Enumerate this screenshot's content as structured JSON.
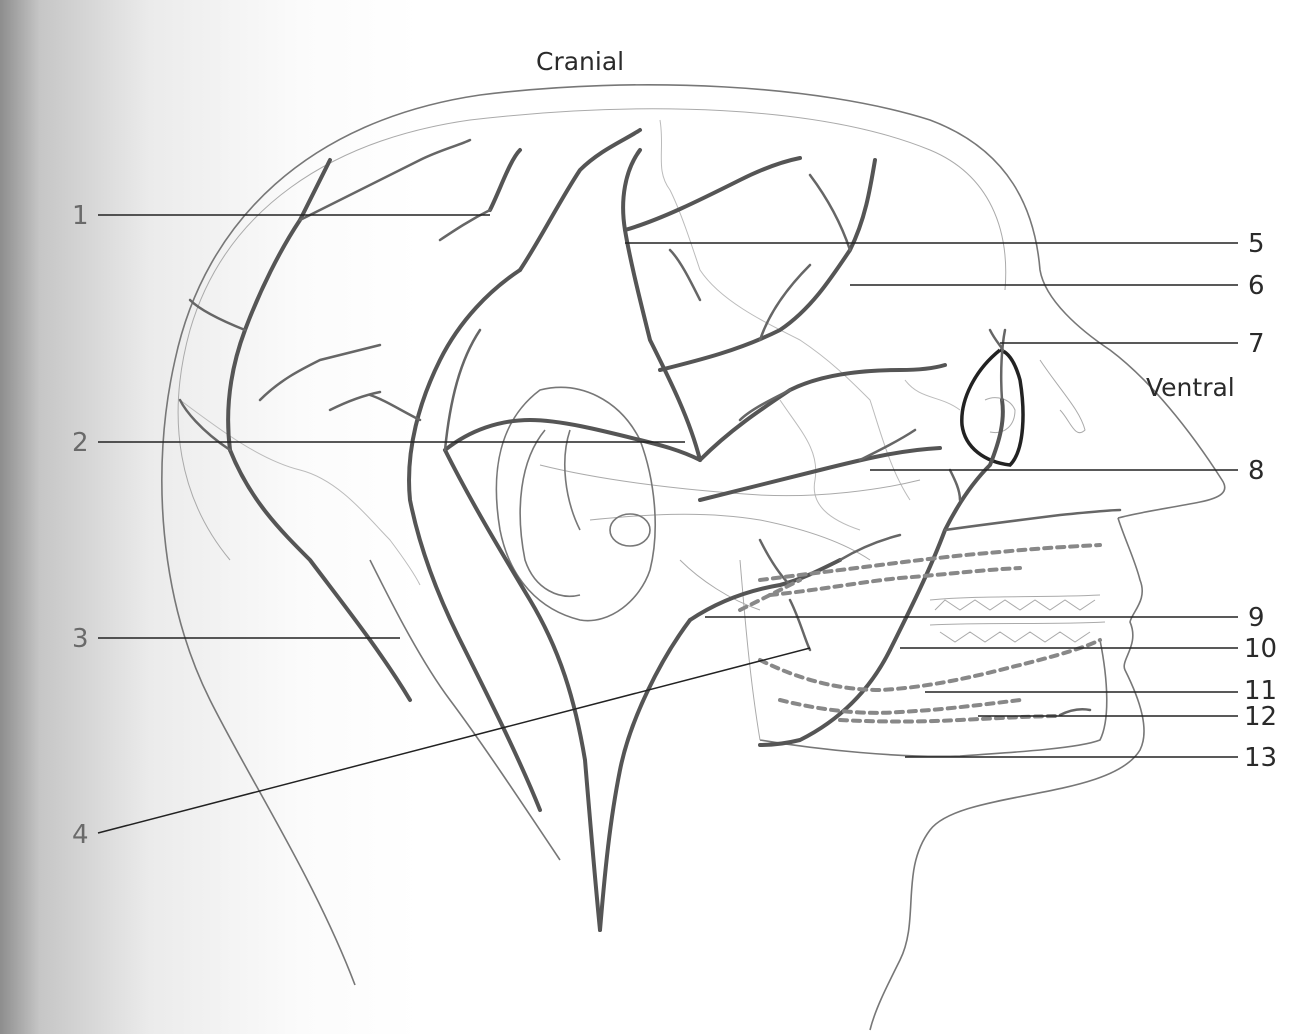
{
  "directions": {
    "cranial": "Cranial",
    "ventral": "Ventral"
  },
  "labels": {
    "l1": "1",
    "l2": "2",
    "l3": "3",
    "l4": "4",
    "l5": "5",
    "l6": "6",
    "l7": "7",
    "l8": "8",
    "l9": "9",
    "l10": "10",
    "l11": "11",
    "l12": "12",
    "l13": "13"
  },
  "colors": {
    "line": "#222222",
    "vein": "#555555",
    "outline": "#777777"
  }
}
